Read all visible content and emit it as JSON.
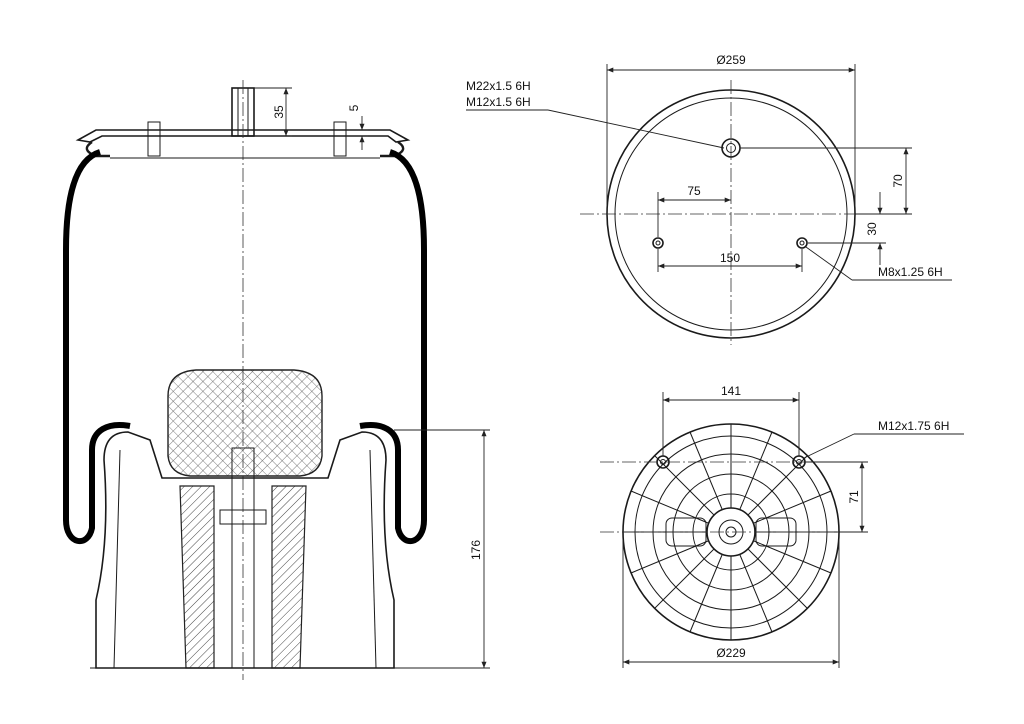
{
  "side_view": {
    "dim_35": "35",
    "dim_5": "5",
    "dim_176": "176"
  },
  "top_view": {
    "diameter": "Ø259",
    "thread_main_1": "M22x1.5 6H",
    "thread_main_2": "M12x1.5 6H",
    "dim_75": "75",
    "dim_70": "70",
    "dim_30": "30",
    "dim_150": "150",
    "thread_small": "M8x1.25 6H"
  },
  "bottom_view": {
    "dim_141": "141",
    "thread": "M12x1.75 6H",
    "dim_71": "71",
    "diameter": "Ø229"
  },
  "colors": {
    "line": "#1a1a1a",
    "membrane": "#000000",
    "hatch": "#444444",
    "background": "#ffffff"
  }
}
